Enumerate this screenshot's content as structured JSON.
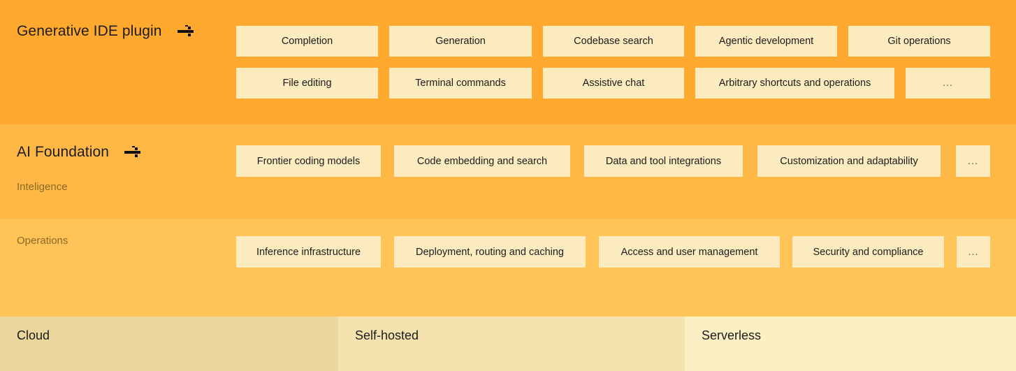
{
  "colors": {
    "band_plugin": "#FFA92E",
    "band_intelligence": "#FFB845",
    "band_operations": "#FFC357",
    "box_fill": "#FCEBBE",
    "strip_cloud": "#EBD79D",
    "strip_self_hosted": "#F4E3AE",
    "strip_serverless": "#FCEFC4",
    "text_primary": "#1C1C1C",
    "text_muted": "#8A6A28"
  },
  "layers": {
    "plugin": {
      "title": "Generative IDE plugin",
      "arrow_icon": "dotted-arrow-right-icon",
      "boxes_row1": [
        "Completion",
        "Generation",
        "Codebase search",
        "Agentic development",
        "Git operations"
      ],
      "boxes_row2": [
        "File editing",
        "Terminal commands",
        "Assistive chat",
        "Arbitrary shortcuts and operations",
        "..."
      ]
    },
    "foundation": {
      "title": "AI Foundation",
      "arrow_icon": "dotted-arrow-right-icon",
      "intelligence_label": "Inteligence",
      "intelligence_boxes": [
        "Frontier coding models",
        "Code embedding and search",
        "Data and tool integrations",
        "Customization and adaptability",
        "..."
      ],
      "operations_label": "Operations",
      "operations_boxes": [
        "Inference infrastructure",
        "Deployment, routing and caching",
        "Access and user management",
        "Security and compliance",
        "..."
      ]
    }
  },
  "deployment": {
    "options": [
      "Cloud",
      "Self-hosted",
      "Serverless"
    ]
  }
}
